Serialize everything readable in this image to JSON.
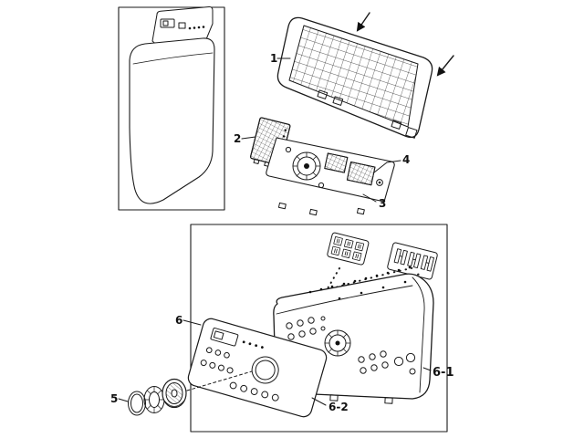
{
  "diagram": {
    "type": "exploded-parts-diagram",
    "background": "#ffffff",
    "ink": "#1a1a1a",
    "labels": {
      "part1": "1",
      "part2": "2",
      "part3": "3",
      "part4": "4",
      "part5": "5",
      "part6": "6",
      "part6_1": "6-1",
      "part6_2": "6-2"
    }
  }
}
